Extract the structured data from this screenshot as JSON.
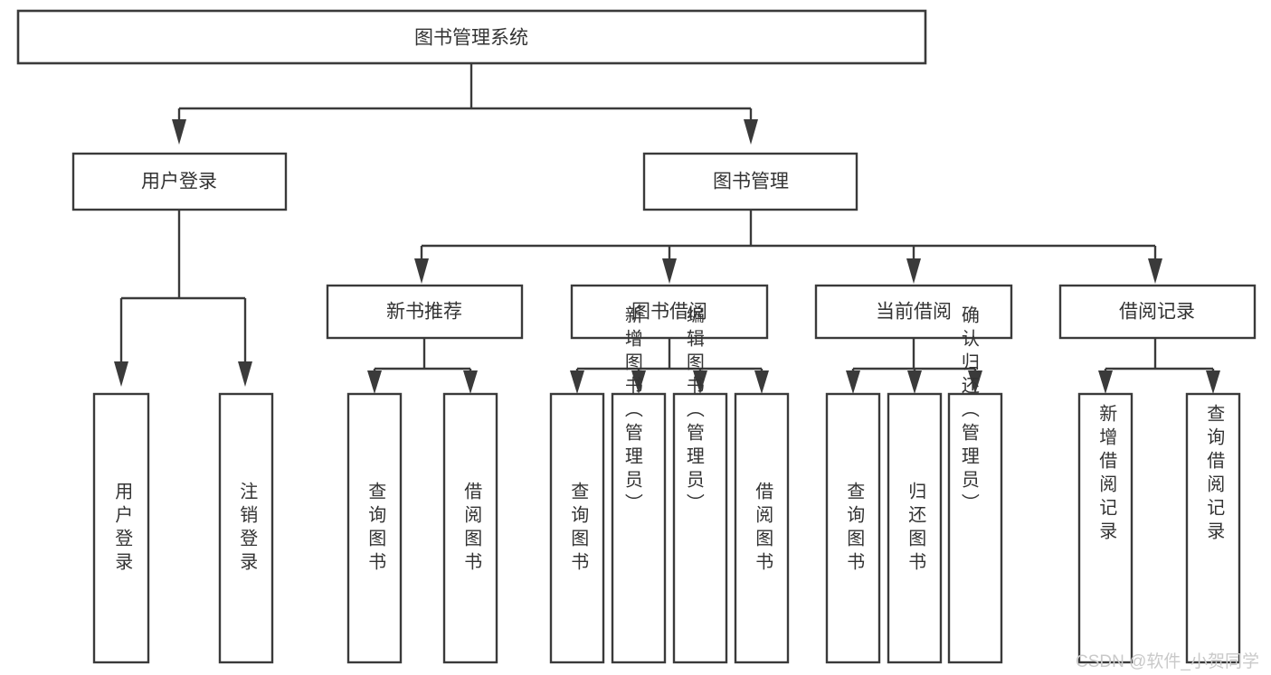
{
  "diagram": {
    "type": "tree-hierarchy-chart",
    "title": "图书管理系统",
    "orientation": "top-down",
    "colors": {
      "box_stroke": "#3a3a3a",
      "box_fill": "#ffffff",
      "connector": "#3a3a3a",
      "text": "#333333",
      "background": "#ffffff",
      "watermark": "#c9c9c9"
    },
    "levels": {
      "root": {
        "label": "图书管理系统"
      },
      "level2": [
        {
          "label": "用户登录"
        },
        {
          "label": "图书管理"
        }
      ],
      "level3": [
        {
          "label": "新书推荐"
        },
        {
          "label": "图书借阅"
        },
        {
          "label": "当前借阅"
        },
        {
          "label": "借阅记录"
        }
      ]
    },
    "nodes": {
      "root": "图书管理系统",
      "user_login": "用户登录",
      "book_manage": "图书管理",
      "new_book_recommend": "新书推荐",
      "book_borrow": "图书借阅",
      "current_borrow": "当前借阅",
      "borrow_record": "借阅记录",
      "leaf_user_login": "用户登录",
      "leaf_user_logout": "注销登录",
      "leaf_rec_query_book": "查询图书",
      "leaf_rec_borrow_book": "借阅图书",
      "leaf_borrow_query_book": "查询图书",
      "leaf_borrow_add_book": "新增图书（管理员）",
      "leaf_borrow_edit_book": "编辑图书（管理员）",
      "leaf_borrow_borrow_book": "借阅图书",
      "leaf_cur_query_book": "查询图书",
      "leaf_cur_return_book": "归还图书",
      "leaf_cur_confirm_return": "确认归还（管理员）",
      "leaf_rec_add_record": "新增借阅记录",
      "leaf_rec_query_record": "查询借阅记录"
    },
    "edges": [
      {
        "from": "图书管理系统",
        "to": "用户登录"
      },
      {
        "from": "图书管理系统",
        "to": "图书管理"
      },
      {
        "from": "图书管理",
        "to": "新书推荐"
      },
      {
        "from": "图书管理",
        "to": "图书借阅"
      },
      {
        "from": "图书管理",
        "to": "当前借阅"
      },
      {
        "from": "图书管理",
        "to": "借阅记录"
      },
      {
        "from": "用户登录",
        "to": "用户登录"
      },
      {
        "from": "用户登录",
        "to": "注销登录"
      },
      {
        "from": "新书推荐",
        "to": "查询图书"
      },
      {
        "from": "新书推荐",
        "to": "借阅图书"
      },
      {
        "from": "图书借阅",
        "to": "查询图书"
      },
      {
        "from": "图书借阅",
        "to": "新增图书（管理员）"
      },
      {
        "from": "图书借阅",
        "to": "编辑图书（管理员）"
      },
      {
        "from": "图书借阅",
        "to": "借阅图书"
      },
      {
        "from": "当前借阅",
        "to": "查询图书"
      },
      {
        "from": "当前借阅",
        "to": "归还图书"
      },
      {
        "from": "当前借阅",
        "to": "确认归还（管理员）"
      },
      {
        "from": "借阅记录",
        "to": "新增借阅记录"
      },
      {
        "from": "借阅记录",
        "to": "查询借阅记录"
      }
    ]
  },
  "watermark": {
    "text": "CSDN @软件_小贺同学"
  }
}
